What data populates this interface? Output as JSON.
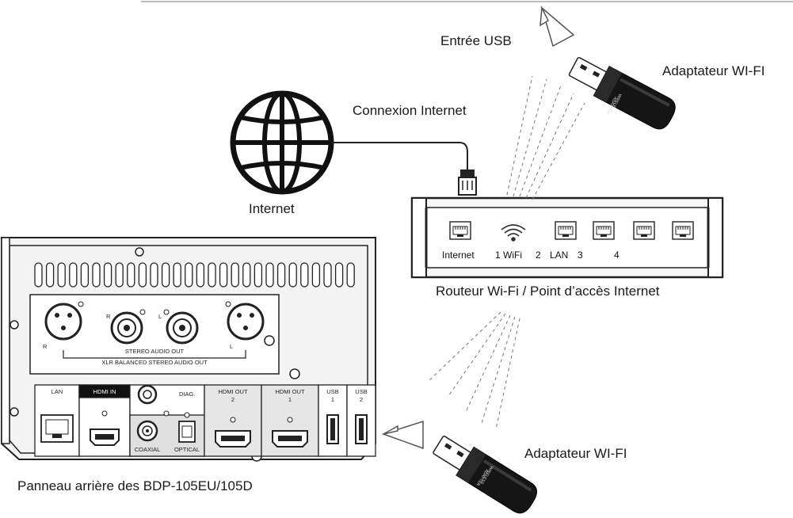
{
  "labels": {
    "usb_input": "Entrée USB",
    "wifi_adapter_top": "Adaptateur WI-FI",
    "internet_connection": "Connexion Internet",
    "internet": "Internet",
    "router_caption": "Routeur Wi-Fi / Point d’accès Internet",
    "wifi_adapter_bottom": "Adaptateur WI-FI",
    "rear_panel_caption": "Panneau arrière des BDP-105EU/105D"
  },
  "router_ports": {
    "internet": "Internet",
    "wifi": "1 WiFi",
    "two": "2",
    "lan": "LAN",
    "three": "3",
    "four": "4"
  },
  "adapter_text": {
    "line1": "WIRELESS",
    "line2": "ADAPTER"
  },
  "panel_labels": {
    "r_left": "R",
    "r_inner": "R",
    "l_inner": "L",
    "l_right": "L",
    "stereo_audio_out": "STEREO AUDIO OUT",
    "xlr_balanced": "XLR BALANCED STEREO AUDIO OUT",
    "lan": "LAN",
    "hdmi_in": "HDMI IN",
    "diag": "DIAG.",
    "coaxial": "COAXIAL",
    "optical": "OPTICAL",
    "hdmi_out_2_line1": "HDMI OUT",
    "hdmi_out_2_line2": "2",
    "hdmi_out_1_line1": "HDMI OUT",
    "hdmi_out_1_line2": "1",
    "usb1_line1": "USB",
    "usb1_line2": "1",
    "usb2_line1": "USB",
    "usb2_line2": "2"
  },
  "colors": {
    "line": "#222222",
    "panel_fill": "#f4f4f4",
    "adapter_body": "#151515"
  }
}
